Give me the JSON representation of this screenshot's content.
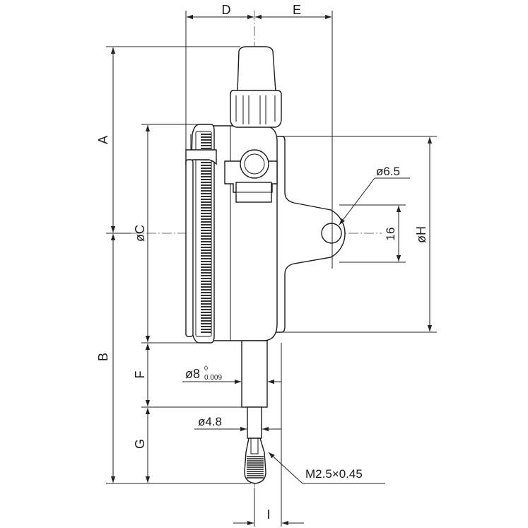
{
  "labels": {
    "A": "A",
    "B": "B",
    "C": "øC",
    "D": "D",
    "E": "E",
    "F": "F",
    "G": "G",
    "H": "øH",
    "I": "I",
    "hole": "ø6.5",
    "lug": "16",
    "stem_main": "ø8",
    "stem_tol_upper": "0",
    "stem_tol_lower": "0.009",
    "spindle": "ø4.8",
    "thread": "M2.5×0.45"
  }
}
